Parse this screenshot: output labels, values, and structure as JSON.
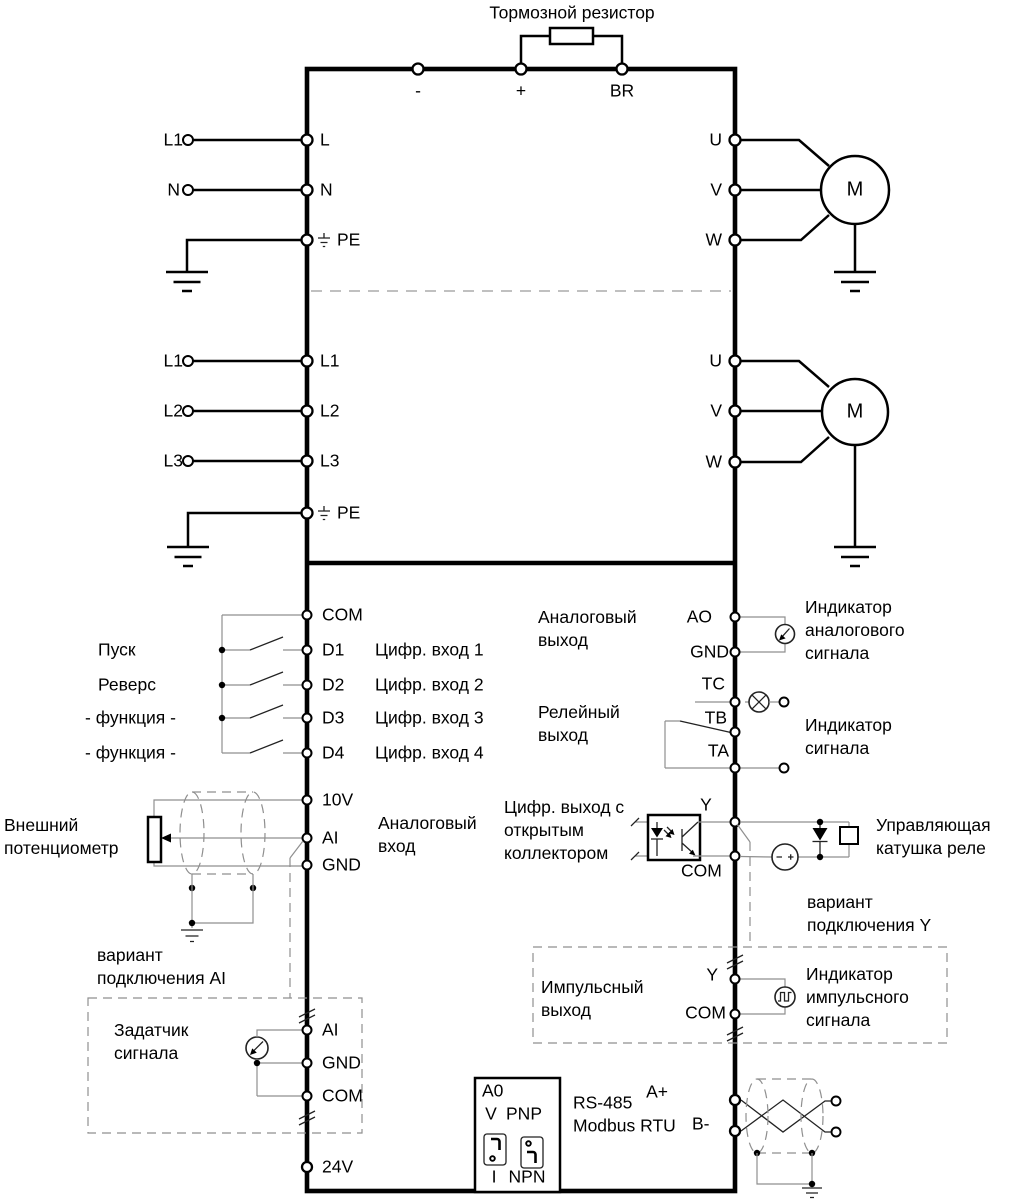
{
  "brake": {
    "title": "Тормозной резистор",
    "minus": "-",
    "plus": "+",
    "br": "BR"
  },
  "single_phase": {
    "in1": "L1",
    "in2": "N",
    "t1": "L",
    "t2": "N",
    "pe": "PE"
  },
  "three_phase": {
    "in1": "L1",
    "in2": "L2",
    "in3": "L3",
    "t1": "L1",
    "t2": "L2",
    "t3": "L3",
    "pe": "PE"
  },
  "motor": {
    "u": "U",
    "v": "V",
    "w": "W",
    "m": "M"
  },
  "digital": {
    "com": "COM",
    "rows": [
      {
        "func": "Пуск",
        "term": "D1",
        "desc": "Цифр. вход 1"
      },
      {
        "func": "Реверс",
        "term": "D2",
        "desc": "Цифр. вход 2"
      },
      {
        "func": "- функция -",
        "term": "D3",
        "desc": "Цифр. вход 3"
      },
      {
        "func": "- функция -",
        "term": "D4",
        "desc": "Цифр. вход 4"
      }
    ]
  },
  "analog_in": {
    "pot": "Внешний потенциометр",
    "t10v": "10V",
    "ai": "AI",
    "gnd": "GND",
    "label": "Аналоговый вход"
  },
  "ai_variant": {
    "caption": "вариант подключения AI",
    "source": "Задатчик сигнала",
    "ai": "AI",
    "gnd": "GND",
    "com": "COM"
  },
  "analog_out": {
    "label": "Аналоговый выход",
    "ao": "AO",
    "gnd": "GND",
    "indicator": "Индикатор аналогового сигнала"
  },
  "relay": {
    "label": "Релейный выход",
    "tc": "TC",
    "tb": "TB",
    "ta": "TA",
    "indicator": "Индикатор сигнала"
  },
  "y_out": {
    "label": "Цифр. выход с открытым коллектором",
    "y": "Y",
    "com": "COM",
    "coil": "Управляющая катушка реле",
    "variant": "вариант подключения Y"
  },
  "pulse": {
    "label": "Импульсный выход",
    "y": "Y",
    "com": "COM",
    "indicator": "Индикатор импульсного сигнала"
  },
  "rs485": {
    "line1": "RS-485",
    "line2": "Modbus RTU",
    "a": "A+",
    "b": "B-"
  },
  "power24": "24V",
  "switches": {
    "a0": "A0",
    "v": "V",
    "i": "I",
    "pnp": "PNP",
    "npn": "NPN"
  }
}
